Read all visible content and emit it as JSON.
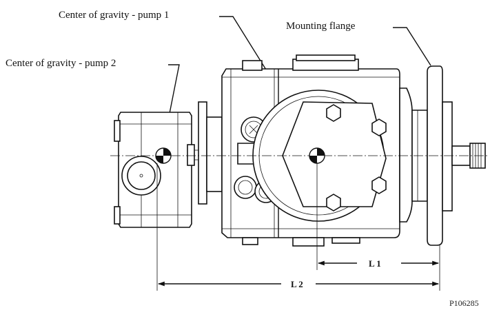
{
  "labels": {
    "cog_pump1": "Center of gravity - pump 1",
    "cog_pump2": "Center of gravity - pump 2",
    "mounting_flange": "Mounting flange"
  },
  "dimensions": {
    "l1": "L 1",
    "l2": "L 2"
  },
  "figure_code": "P106285"
}
